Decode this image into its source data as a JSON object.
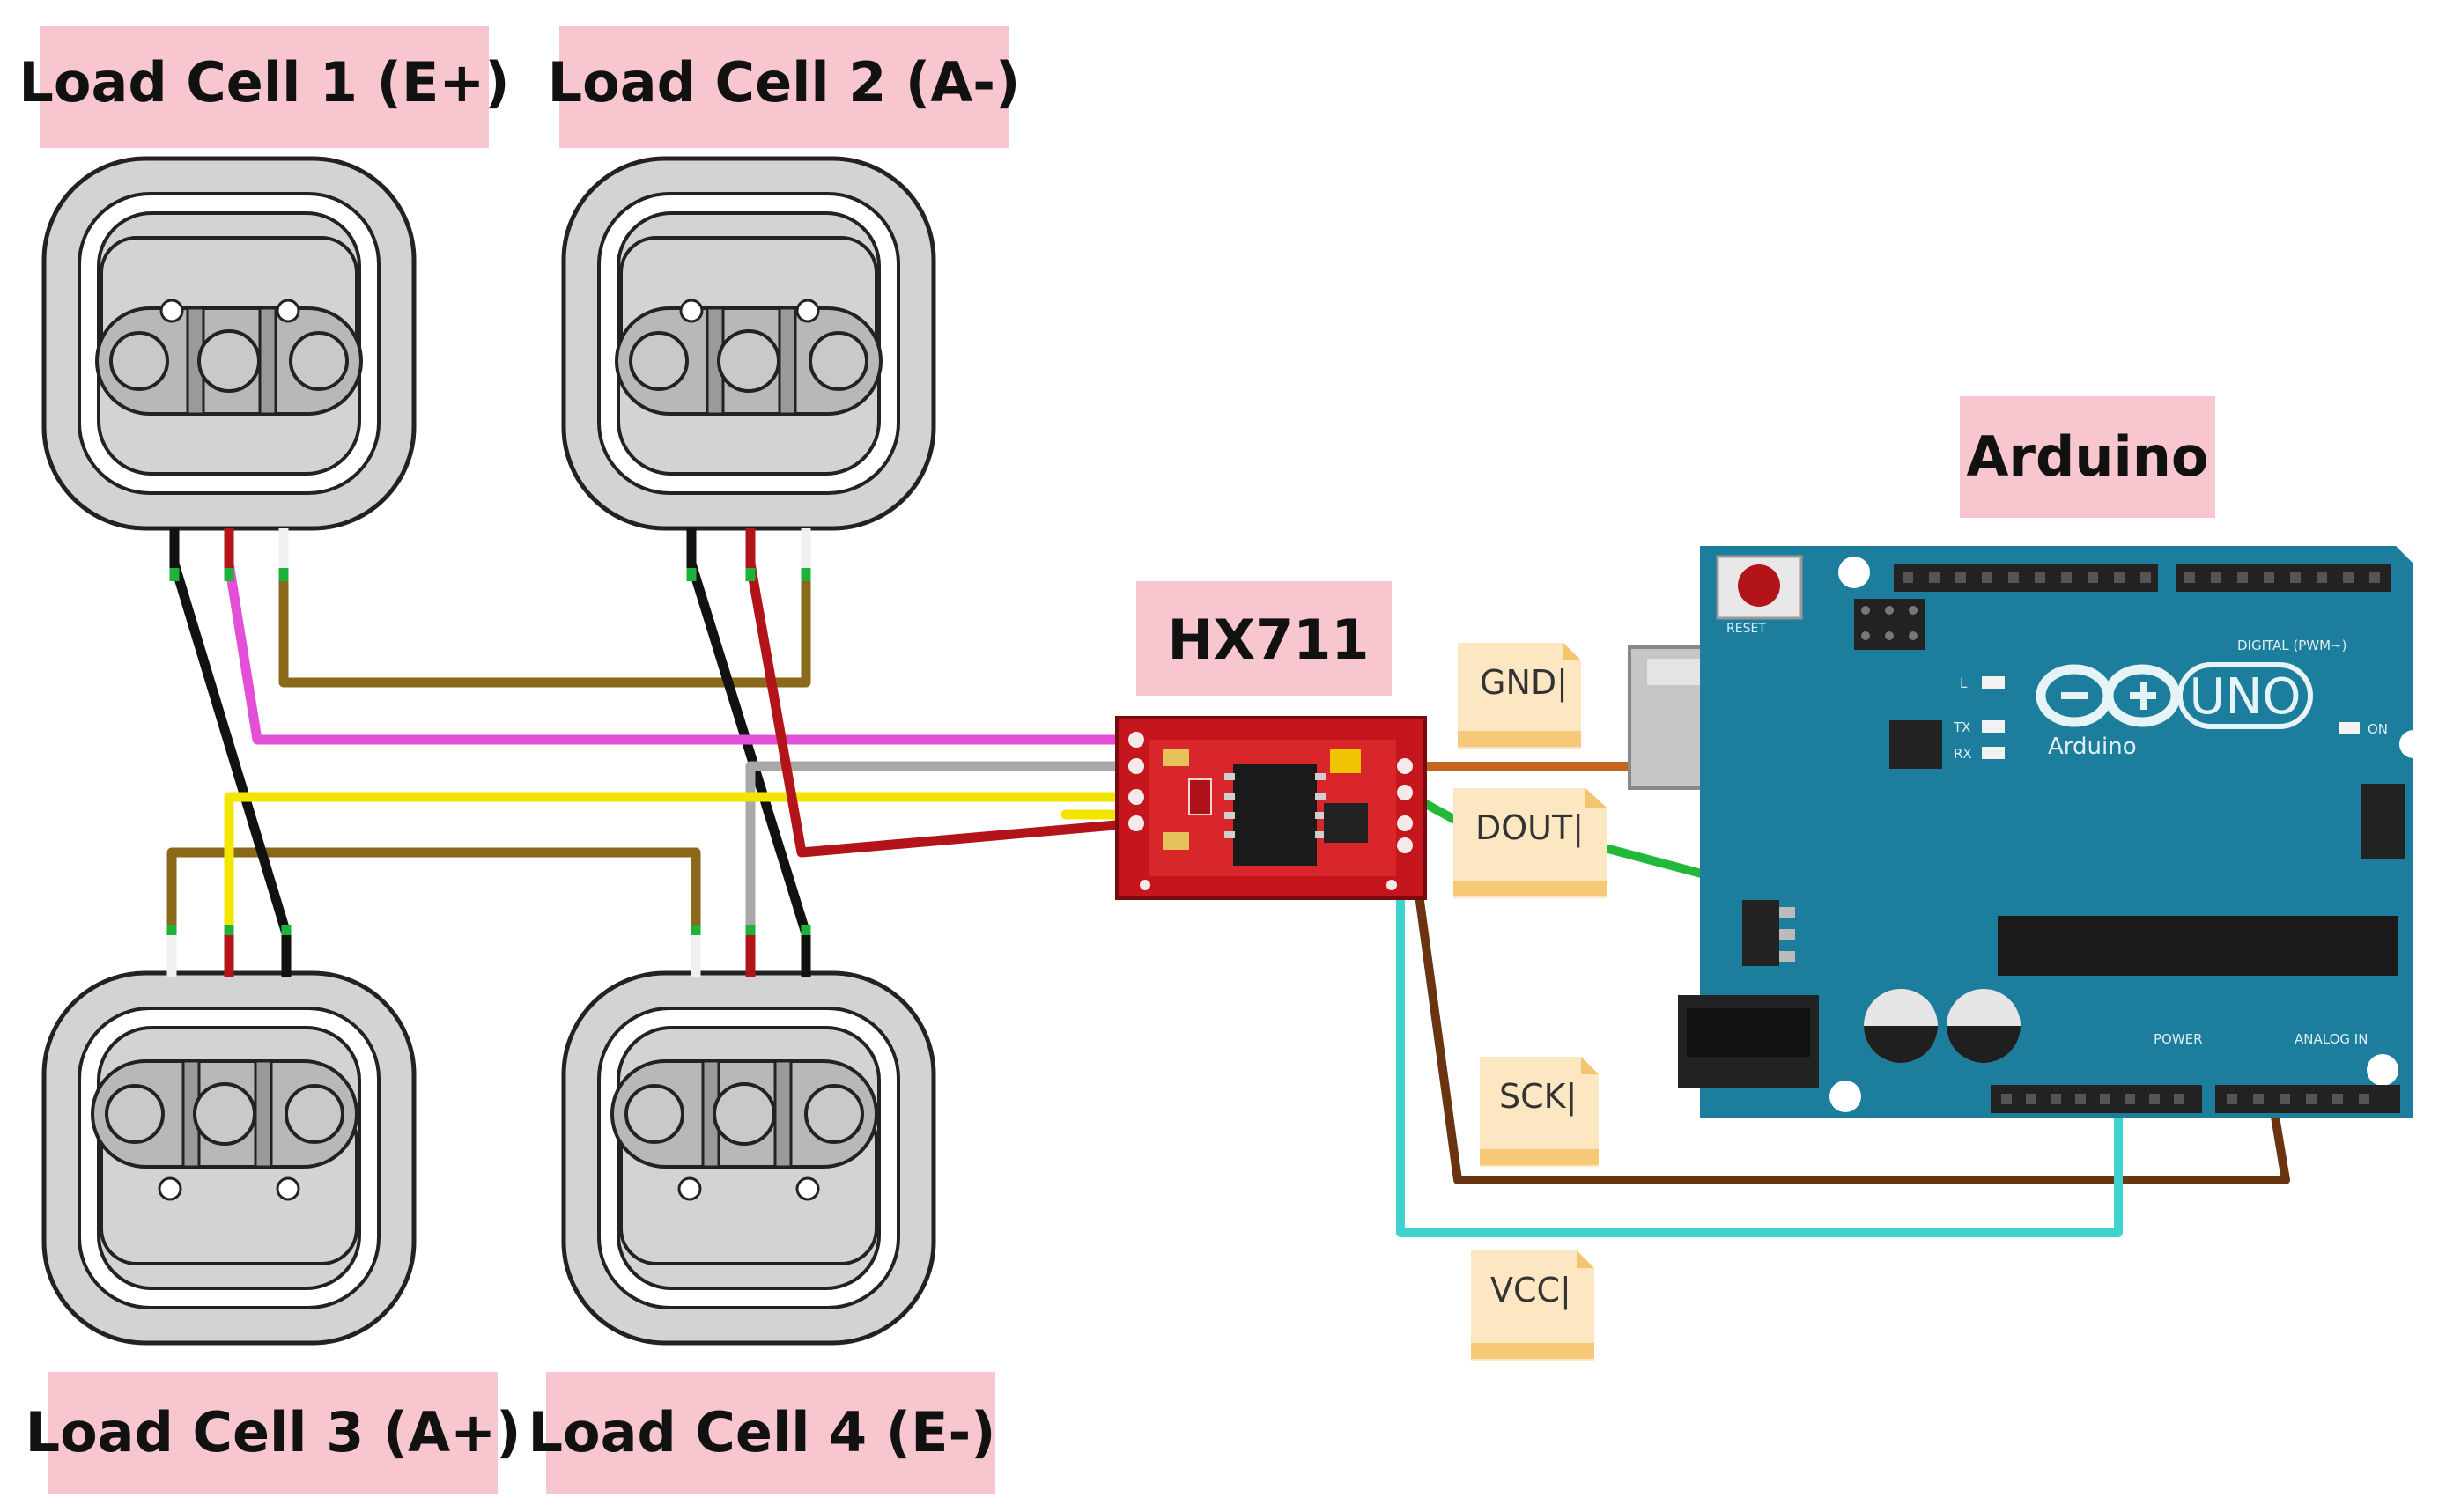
{
  "labels": {
    "load_cell_1": "Load Cell 1 (E+)",
    "load_cell_2": "Load Cell 2 (A-)",
    "load_cell_3": "Load Cell 3 (A+)",
    "load_cell_4": "Load Cell 4 (E-)",
    "hx711": "HX711",
    "arduino": "Arduino"
  },
  "pin_notes": {
    "gnd": "GND|",
    "dout": "DOUT|",
    "sck": "SCK|",
    "vcc": "VCC|"
  },
  "board": {
    "logo_text": "UNO",
    "brand": "Arduino",
    "reset": "RESET",
    "digital": "DIGITAL (PWM~)",
    "power": "POWER",
    "analog": "ANALOG IN",
    "tx": "TX",
    "rx": "RX",
    "on": "ON",
    "l": "L"
  },
  "colors": {
    "label_bg": "#f7c6cf",
    "note_bg": "#fde7c2",
    "board_blue": "#1d7d9c",
    "hx711_red": "#c4161c",
    "wire_magenta": "#e34fd6",
    "wire_yellow": "#f2e600",
    "wire_olive": "#8a6a1a",
    "wire_red": "#b3141a",
    "wire_gray": "#a8a8a8",
    "wire_black": "#111111",
    "wire_orange": "#c8651c",
    "wire_green": "#22b83a",
    "wire_brown": "#6b3410",
    "wire_cyan": "#3fd3cf"
  }
}
